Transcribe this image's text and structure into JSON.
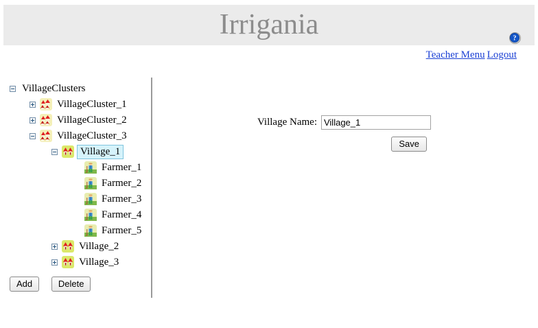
{
  "header": {
    "title": "Irrigania",
    "help_icon": "help-circle-icon",
    "background_color": "#ebebeb",
    "title_color": "#8c8c8c"
  },
  "nav": {
    "links": [
      {
        "label": "Teacher Menu"
      },
      {
        "label": "Logout"
      }
    ],
    "link_color": "#1a3fd4"
  },
  "tree": {
    "nodes": [
      {
        "label": "VillageClusters",
        "level": 0,
        "expander": "minus",
        "icon": null,
        "selected": false
      },
      {
        "label": "VillageCluster_1",
        "level": 1,
        "expander": "plus",
        "icon": "village-cluster-icon",
        "selected": false
      },
      {
        "label": "VillageCluster_2",
        "level": 1,
        "expander": "plus",
        "icon": "village-cluster-icon",
        "selected": false
      },
      {
        "label": "VillageCluster_3",
        "level": 1,
        "expander": "minus",
        "icon": "village-cluster-icon",
        "selected": false
      },
      {
        "label": "Village_1",
        "level": 2,
        "expander": "minus",
        "icon": "village-icon",
        "selected": true
      },
      {
        "label": "Farmer_1",
        "level": 3,
        "expander": "none",
        "icon": "farmer-icon",
        "selected": false
      },
      {
        "label": "Farmer_2",
        "level": 3,
        "expander": "none",
        "icon": "farmer-icon",
        "selected": false
      },
      {
        "label": "Farmer_3",
        "level": 3,
        "expander": "none",
        "icon": "farmer-icon",
        "selected": false
      },
      {
        "label": "Farmer_4",
        "level": 3,
        "expander": "none",
        "icon": "farmer-icon",
        "selected": false
      },
      {
        "label": "Farmer_5",
        "level": 3,
        "expander": "none",
        "icon": "farmer-icon",
        "selected": false
      },
      {
        "label": "Village_2",
        "level": 2,
        "expander": "plus",
        "icon": "village-icon",
        "selected": false
      },
      {
        "label": "Village_3",
        "level": 2,
        "expander": "plus",
        "icon": "village-icon",
        "selected": false
      }
    ],
    "selection_background": "#d6f3fb",
    "selection_border": "#7fc4de"
  },
  "tree_buttons": {
    "add_label": "Add",
    "delete_label": "Delete"
  },
  "form": {
    "village_name_label": "Village Name:",
    "village_name_value": "Village_1",
    "village_name_placeholder": "",
    "save_label": "Save"
  }
}
